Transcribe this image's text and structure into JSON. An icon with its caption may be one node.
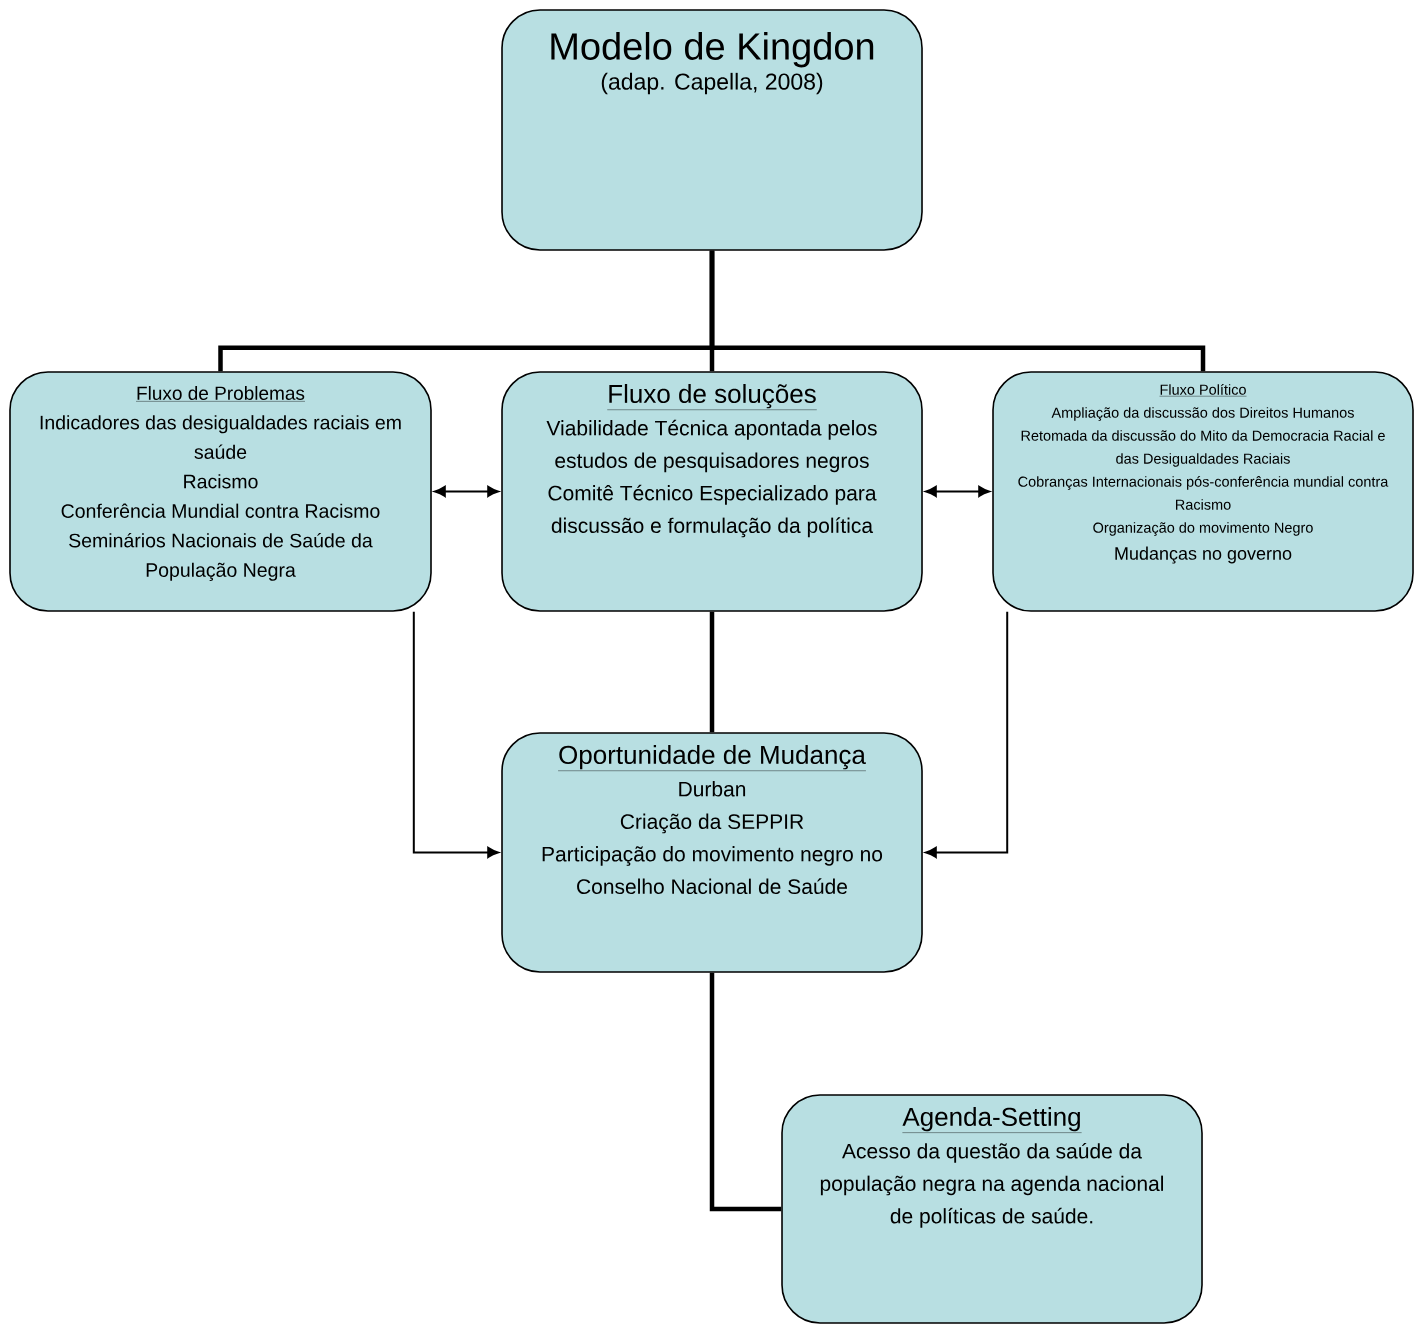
{
  "diagram": {
    "nodes": [
      {
        "text": [
          "Modelo de Kingdon",
          "(adap. Capella, 2008)"
        ]
      },
      {
        "text": [
          "Fluxo de Problemas",
          "Indicadores das desigualdades raciais em saúde",
          "Racismo",
          "Conferência Mundial contra Racismo",
          "Seminários Nacionais de Saúde da População Negra"
        ]
      },
      {
        "text": [
          "Fluxo de soluções",
          "Viabilidade Técnica apontada pelos estudos de pesquisadores negros",
          "Comitê Técnico Especializado para discussão e formulação da política"
        ]
      },
      {
        "text": [
          "Fluxo Político",
          "Ampliação da discussão dos Direitos Humanos",
          "Retomada da discussão do Mito da Democracia Racial e das Desigualdades Raciais",
          "Cobranças Internacionais pós-conferência mundial contra Racismo",
          "Organização do movimento Negro",
          "Mudanças no governo"
        ]
      },
      {
        "text": [
          "Oportunidade de Mudança",
          "Durban",
          "Criação da SEPPIR",
          "Participação do movimento negro no Conselho Nacional de Saúde"
        ]
      },
      {
        "text": [
          "Agenda-Setting",
          "Acesso da questão da saúde da população negra na agenda nacional de políticas de saúde."
        ]
      }
    ],
    "edges": [
      {
        "from": 0,
        "to": 1,
        "arrow": "none"
      },
      {
        "from": 0,
        "to": 2,
        "arrow": "none"
      },
      {
        "from": 0,
        "to": 3,
        "arrow": "none"
      },
      {
        "from": 1,
        "to": 2,
        "arrow": "both"
      },
      {
        "from": 2,
        "to": 3,
        "arrow": "both"
      },
      {
        "from": 2,
        "to": 4,
        "arrow": "none"
      },
      {
        "from": 1,
        "to": 4,
        "arrow": "to"
      },
      {
        "from": 3,
        "to": 4,
        "arrow": "to"
      },
      {
        "from": 4,
        "to": 5,
        "arrow": "none"
      }
    ]
  }
}
